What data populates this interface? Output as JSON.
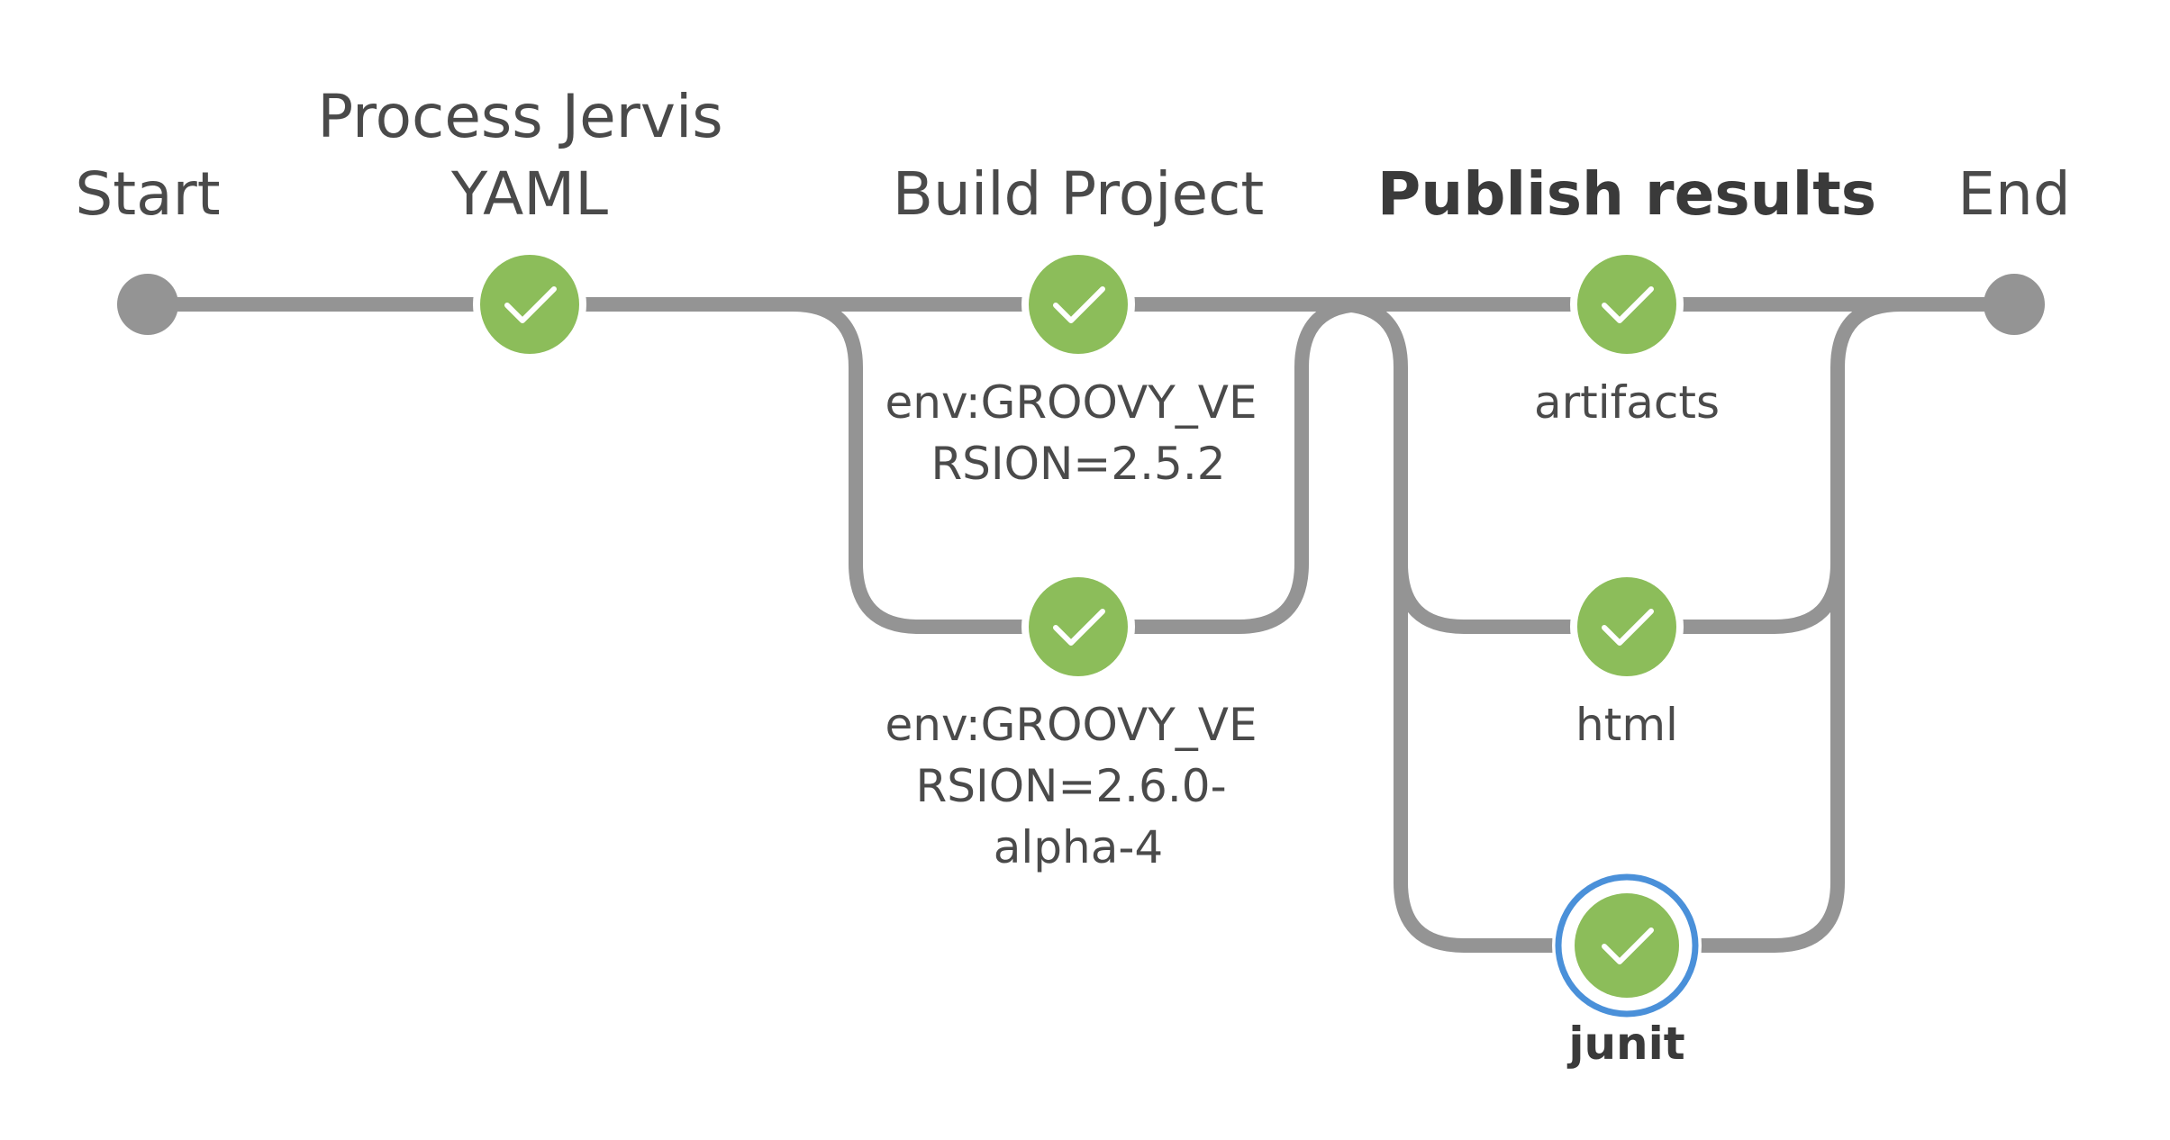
{
  "stages": {
    "start": {
      "title": "Start"
    },
    "process": {
      "title_lines": [
        "Process Jervis",
        "YAML"
      ],
      "status": "success"
    },
    "build": {
      "title": "Build Project"
    },
    "publish": {
      "title": "Publish results",
      "selected": true
    },
    "end": {
      "title": "End"
    }
  },
  "build_branches": [
    {
      "label_lines": [
        "env:GROOVY_VE",
        "RSION=2.5.2"
      ],
      "status": "success"
    },
    {
      "label_lines": [
        "env:GROOVY_VE",
        "RSION=2.6.0-",
        "alpha-4"
      ],
      "status": "success"
    }
  ],
  "publish_branches": [
    {
      "label": "artifacts",
      "status": "success"
    },
    {
      "label": "html",
      "status": "success"
    },
    {
      "label": "junit",
      "status": "success",
      "selected": true
    }
  ],
  "colors": {
    "track": "#949494",
    "success": "#8cbd5a",
    "selected_ring": "#4a90d9",
    "text": "#4a4a4a"
  },
  "icons": {
    "success": "check-icon",
    "terminal": "filled-circle"
  }
}
